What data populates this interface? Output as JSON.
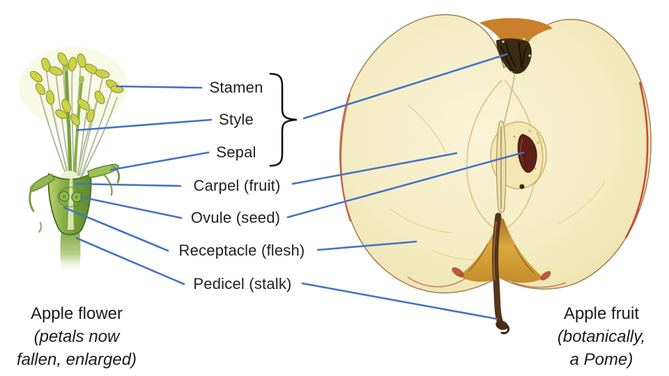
{
  "diagram": {
    "title_implicit": "Apple flower and fruit anatomy",
    "labels": [
      {
        "id": "stamen",
        "text": "Stamen"
      },
      {
        "id": "style",
        "text": "Style"
      },
      {
        "id": "sepal",
        "text": "Sepal"
      },
      {
        "id": "carpel",
        "text": "Carpel (fruit)"
      },
      {
        "id": "ovule",
        "text": "Ovule (seed)"
      },
      {
        "id": "receptacle",
        "text": "Receptacle (flesh)"
      },
      {
        "id": "pedicel",
        "text": "Pedicel (stalk)"
      }
    ],
    "flower_caption": {
      "line1": "Apple flower",
      "line2": "(petals now",
      "line3": "fallen, enlarged)"
    },
    "fruit_caption": {
      "line1": "Apple fruit",
      "line2": "(botanically,",
      "line3": "a Pome)"
    },
    "icons": {
      "grouping_brace": "right-curly-brace"
    },
    "colors": {
      "connector_blue": "#4472c4",
      "text": "#1f1f1f",
      "apple_flesh": "#f4ecc2",
      "apple_seed": "#5e1f18",
      "calyx_orange": "#c97f2b",
      "stalk_brown": "#55341c",
      "skin_red": "#c23a24",
      "bottom_gold": "#d9a93f",
      "anther_yellow_green": "#cdd348",
      "flower_green": "#7aa63e"
    }
  }
}
